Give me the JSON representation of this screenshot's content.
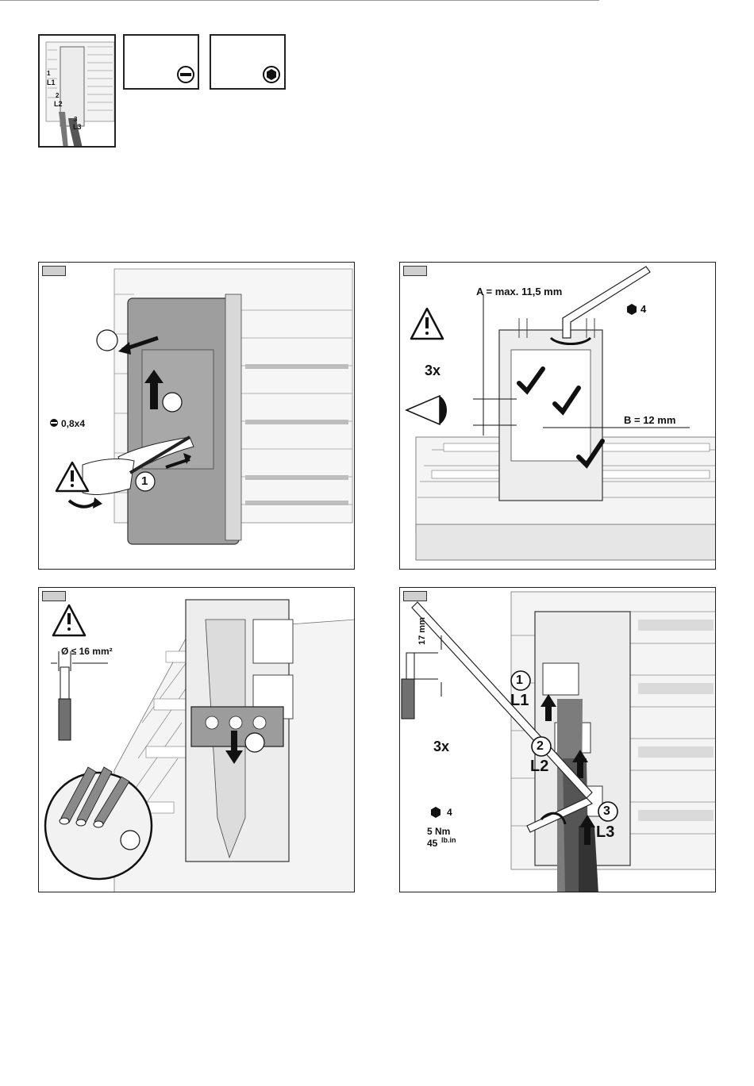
{
  "thumbnail": {
    "labels": [
      "1",
      "L1",
      "2",
      "L2",
      "3",
      "L3"
    ]
  },
  "tools": [
    {
      "icon": "flat-screwdriver-icon"
    },
    {
      "icon": "hex-key-icon"
    }
  ],
  "panel1": {
    "screwdriver_size": "0,8x4",
    "step": "1"
  },
  "panel2": {
    "dim_a": "A = max. 11,5 mm",
    "dim_b": "B = 12 mm",
    "hex_size": "4",
    "repeat": "3x"
  },
  "panel3": {
    "cable_size": "Ø ≤ 16 mm²"
  },
  "panel4": {
    "strip_length": "17 mm",
    "repeat": "3x",
    "hex_size": "4",
    "torque_nm": "5 Nm",
    "torque_lbin_value": "45",
    "torque_lbin_unit": "lb.in",
    "steps": [
      {
        "num": "1",
        "phase": "L1"
      },
      {
        "num": "2",
        "phase": "L2"
      },
      {
        "num": "3",
        "phase": "L3"
      }
    ]
  }
}
